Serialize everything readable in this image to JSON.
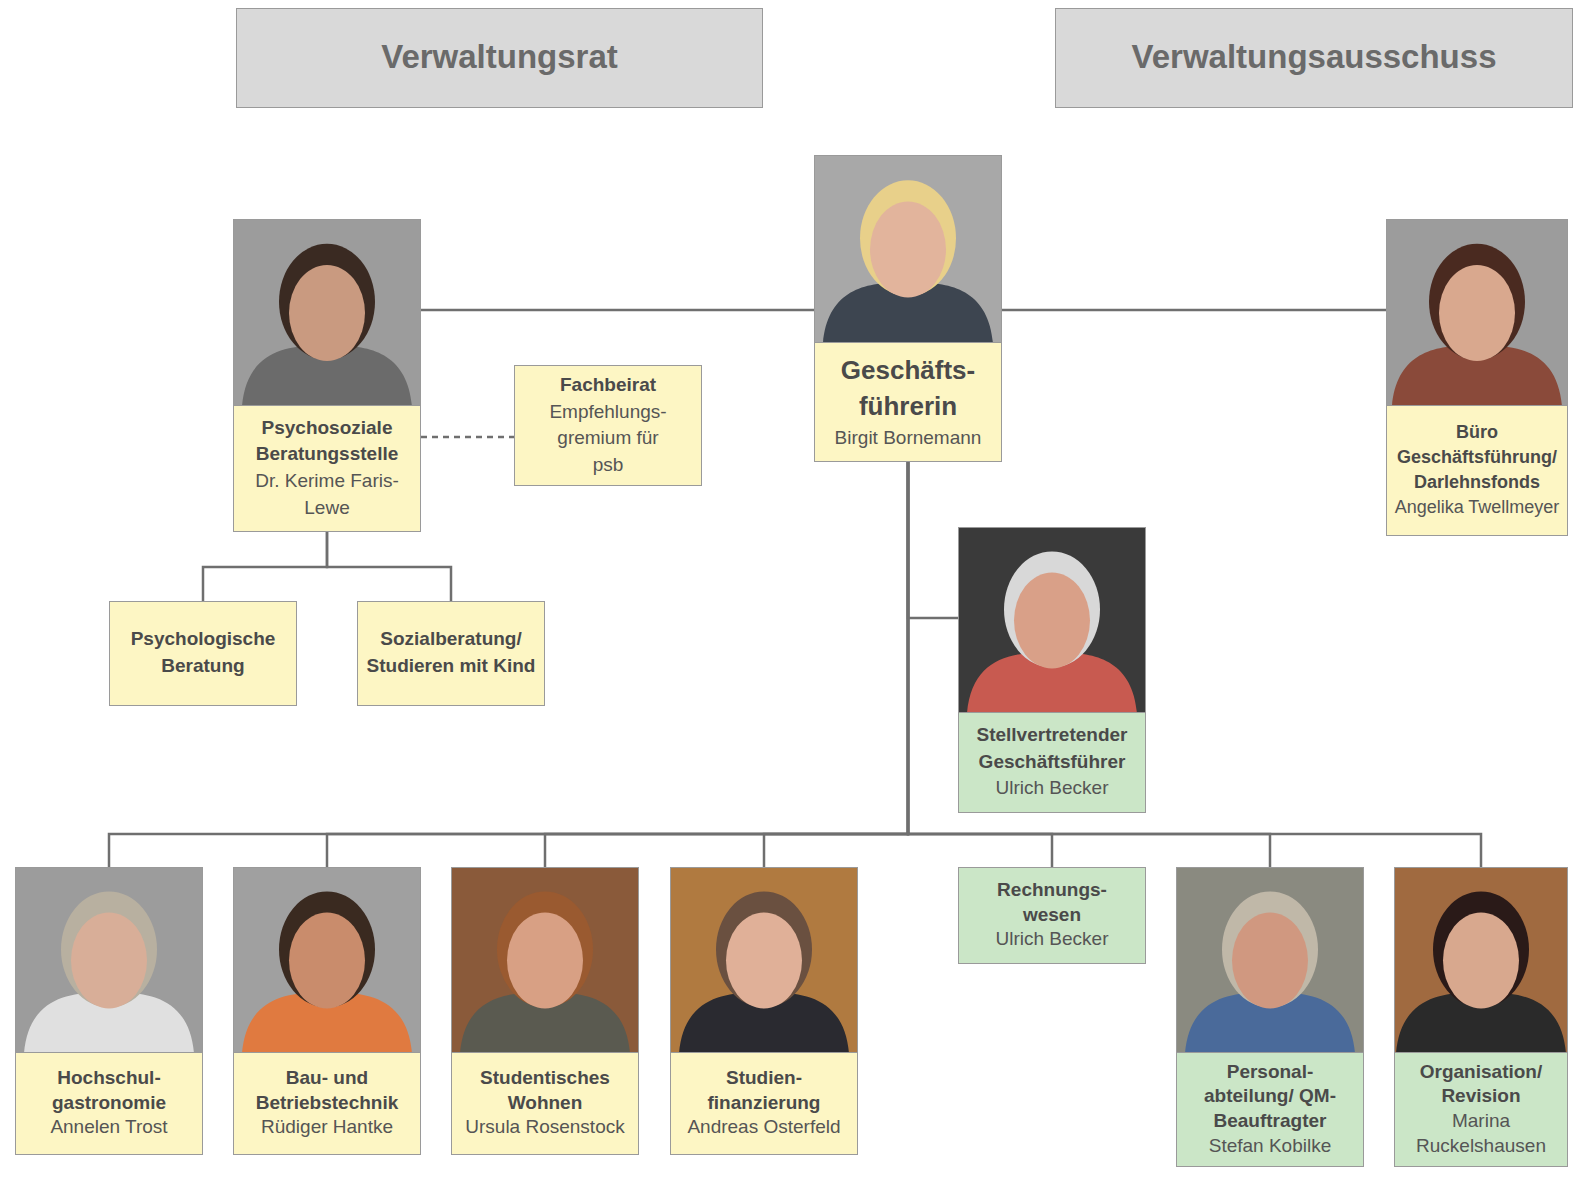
{
  "diagram": {
    "nodes": [
      {
        "text": [
          "Verwaltungsrat"
        ]
      },
      {
        "text": [
          "Verwaltungsausschuss"
        ]
      },
      {
        "text": [
          "Psychosoziale Beratungsstelle",
          "Dr. Kerime Faris-Lewe"
        ]
      },
      {
        "text": [
          "Fachbeirat",
          "Empfehlungs- gremium für psb"
        ]
      },
      {
        "text": [
          "Geschäfts- führerin",
          "Birgit Bornemann"
        ]
      },
      {
        "text": [
          "Büro Geschäftsführung/ Darlehnsfonds",
          "Angelika Twellmeyer"
        ]
      },
      {
        "text": [
          "Psychologische Beratung"
        ]
      },
      {
        "text": [
          "Sozialberatung/ Studieren mit Kind"
        ]
      },
      {
        "text": [
          "Stellvertretender Geschäftsführer",
          "Ulrich Becker"
        ]
      },
      {
        "text": [
          "Hochschul- gastronomie",
          "Annelen Trost"
        ]
      },
      {
        "text": [
          "Bau- und Betriebstechnik",
          "Rüdiger Hantke"
        ]
      },
      {
        "text": [
          "Studentisches Wohnen",
          "Ursula Rosenstock"
        ]
      },
      {
        "text": [
          "Studien- finanzierung",
          "Andreas Osterfeld"
        ]
      },
      {
        "text": [
          "Rechnungs- wesen",
          "Ulrich Becker"
        ]
      },
      {
        "text": [
          "Personal- abteilung/ QM-Beauftragter",
          "Stefan Kobilke"
        ]
      },
      {
        "text": [
          "Organisation/ Revision",
          "Marina Ruckelshausen"
        ]
      }
    ],
    "edges": [
      {
        "from": 4,
        "to": 2,
        "arrow": "none"
      },
      {
        "from": 4,
        "to": 5,
        "arrow": "none"
      },
      {
        "from": 2,
        "to": 3,
        "arrow": "none"
      },
      {
        "from": 2,
        "to": 6,
        "arrow": "none"
      },
      {
        "from": 2,
        "to": 7,
        "arrow": "none"
      },
      {
        "from": 4,
        "to": 8,
        "arrow": "none"
      },
      {
        "from": 4,
        "to": 9,
        "arrow": "none"
      },
      {
        "from": 4,
        "to": 10,
        "arrow": "none"
      },
      {
        "from": 4,
        "to": 11,
        "arrow": "none"
      },
      {
        "from": 4,
        "to": 12,
        "arrow": "none"
      },
      {
        "from": 4,
        "to": 13,
        "arrow": "none"
      },
      {
        "from": 4,
        "to": 14,
        "arrow": "none"
      },
      {
        "from": 4,
        "to": 15,
        "arrow": "none"
      }
    ]
  }
}
